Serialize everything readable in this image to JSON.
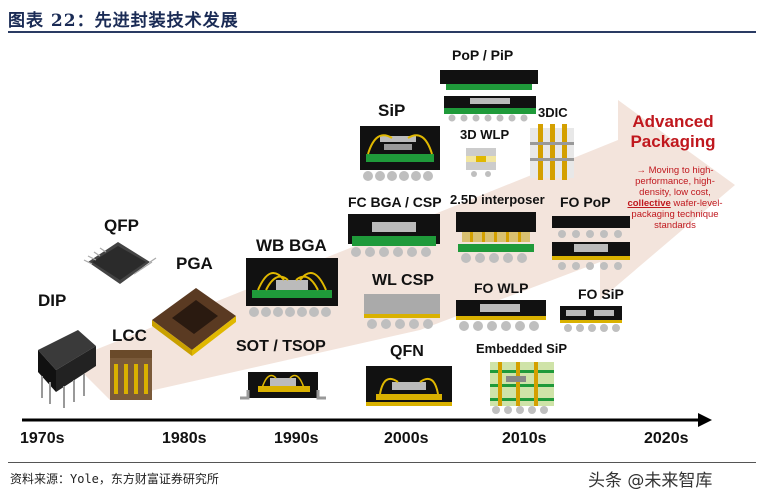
{
  "header": {
    "title": "图表 22：先进封装技术发展"
  },
  "labels": {
    "dip": "DIP",
    "qfp": "QFP",
    "lcc": "LCC",
    "pga": "PGA",
    "wb_bga": "WB BGA",
    "sot_tsop": "SOT / TSOP",
    "sip": "SiP",
    "fc_bga_csp": "FC BGA / CSP",
    "wl_csp": "WL CSP",
    "qfn": "QFN",
    "pop_pip": "PoP / PiP",
    "wlp_3d": "3D WLP",
    "dic_3d": "3DIC",
    "interposer_25d": "2.5D interposer",
    "fo_pop": "FO PoP",
    "fo_wlp": "FO WLP",
    "fo_sip": "FO SiP",
    "embedded_sip": "Embedded SiP"
  },
  "advanced": {
    "title_line1": "Advanced",
    "title_line2": "Packaging",
    "desc_pre": "→ Moving to high-performance, high-density, low cost, ",
    "desc_em": "collective",
    "desc_post": " wafer-level-packaging technique standards"
  },
  "timeline": {
    "decades": [
      "1970s",
      "1980s",
      "1990s",
      "2000s",
      "2010s",
      "2020s"
    ]
  },
  "footer": {
    "source": "资料来源：Yole，东方财富证券研究所",
    "watermark": "头条 @未来智库"
  },
  "colors": {
    "title": "#1a2b55",
    "accent_red": "#c0181e",
    "arrow_fill": "#f3e4dc",
    "pcb_green": "#1f9a3a",
    "gold": "#d9b100",
    "ball_gray": "#bfbfbf"
  }
}
